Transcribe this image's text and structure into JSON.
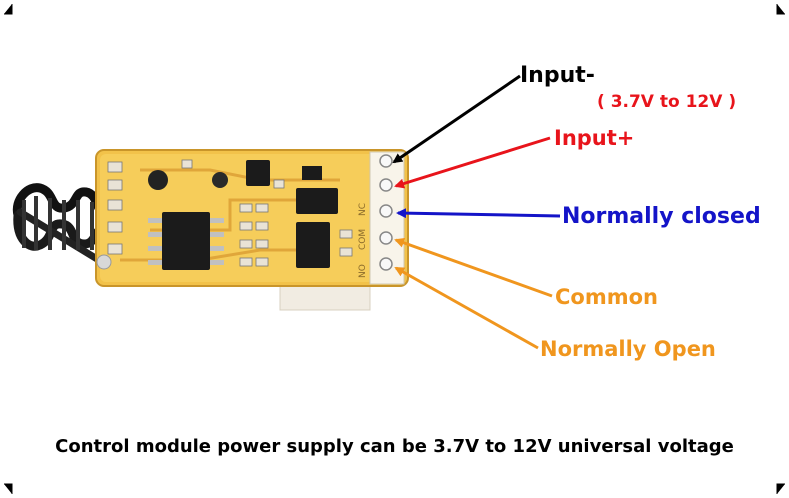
{
  "labels": {
    "input_minus": "Input-",
    "voltage_range": "( 3.7V to 12V )",
    "input_plus": "Input+",
    "normally_closed": "Normally closed",
    "common": "Common",
    "normally_open": "Normally Open"
  },
  "pin_silkscreen": {
    "nc": "NC",
    "com": "COM",
    "no": "NO"
  },
  "caption": "Control module power supply can be 3.7V to 12V universal voltage",
  "colors": {
    "input_minus": "#000000",
    "input_plus": "#e8141b",
    "normally_closed": "#1414c8",
    "common": "#f0961e",
    "normally_open": "#f0961e",
    "pcb": "#f2c24a"
  }
}
